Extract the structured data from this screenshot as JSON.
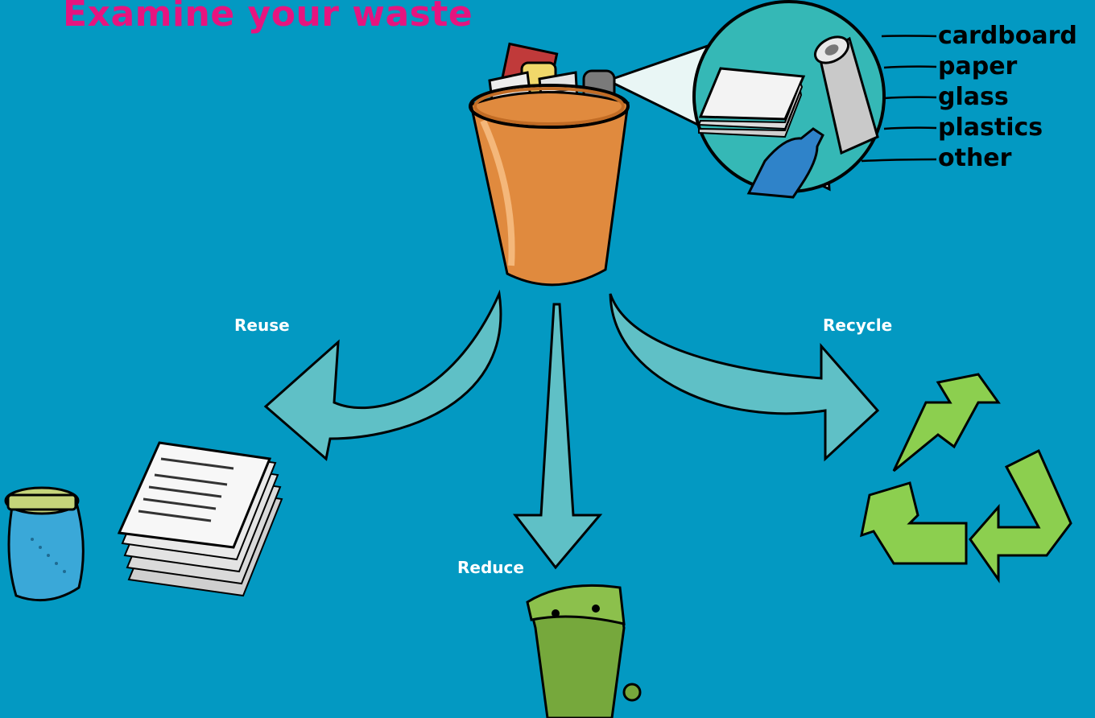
{
  "title": "Examine your waste",
  "legend": [
    "cardboard",
    "paper",
    "glass",
    "plastics",
    "other"
  ],
  "arrows": {
    "reuse": "Reuse",
    "reduce": "Reduce",
    "recycle": "Recycle"
  },
  "colors": {
    "background": "#0399c2",
    "title": "#e6147f",
    "arrow_fill": "#5fc0c6",
    "bin": "#e08a3e",
    "recycle_symbol": "#8ccf4f",
    "wheelie_bin": "#76a83c",
    "zoom_circle": "#35b8b6"
  }
}
